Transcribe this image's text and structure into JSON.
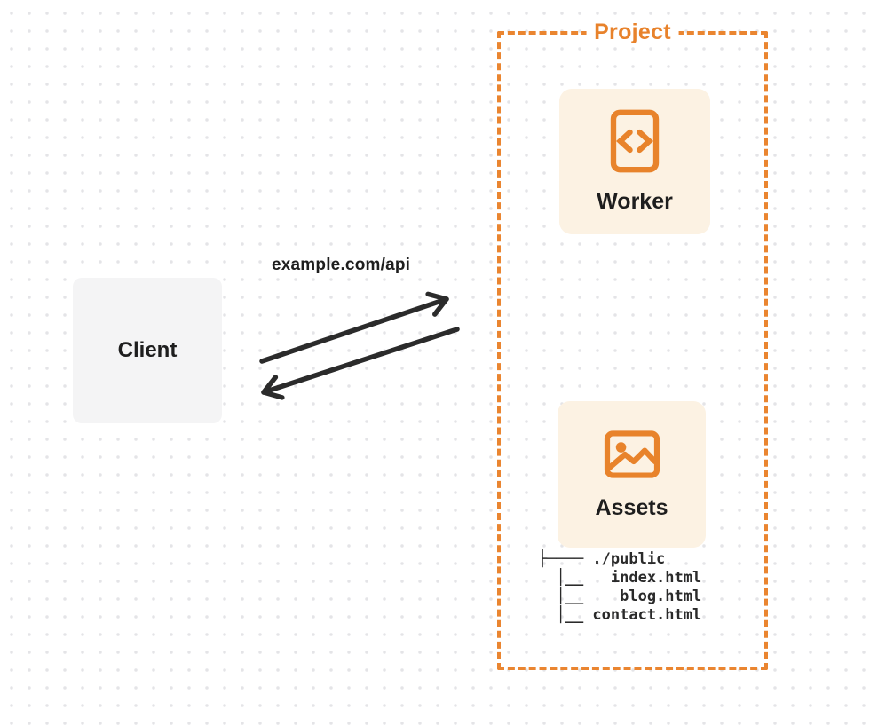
{
  "diagram": {
    "client": {
      "label": "Client"
    },
    "request_label": "example.com/api",
    "project": {
      "title": "Project",
      "worker": {
        "label": "Worker",
        "icon": "code-file-icon"
      },
      "assets": {
        "label": "Assets",
        "icon": "image-icon"
      },
      "file_tree": [
        "├──── ./public",
        "  │__   index.html",
        "  │__    blog.html",
        "  │__ contact.html"
      ]
    },
    "arrows": [
      {
        "name": "request-arrow",
        "direction": "client-to-project"
      },
      {
        "name": "response-arrow",
        "direction": "project-to-client"
      }
    ],
    "colors": {
      "accent_orange": "#e8832b",
      "card_fill": "#fcf2e3",
      "client_fill": "#f4f4f5",
      "text_dark": "#1e1e1e",
      "arrow_ink": "#2b2b2b",
      "dot_grid": "#e4e4e7"
    }
  }
}
